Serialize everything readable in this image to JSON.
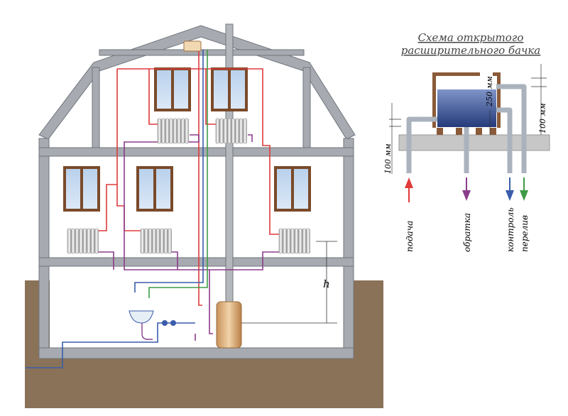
{
  "title_line1": "Схема открытого",
  "title_line2": "расширительного бачка",
  "dim_250": "250 мм",
  "dim_100_left": "100 мм",
  "dim_100_right": "100 мм",
  "height_label": "h",
  "labels": {
    "supply": "подача",
    "return": "обратка",
    "control": "контроль",
    "overflow": "перелив"
  },
  "colors": {
    "supply": "#e03a3a",
    "return": "#8a3d8a",
    "control": "#3a5cab",
    "overflow": "#3f9a45",
    "wall": "#9a9fa6",
    "ground": "#8a7258",
    "frame": "#8a5a38"
  }
}
